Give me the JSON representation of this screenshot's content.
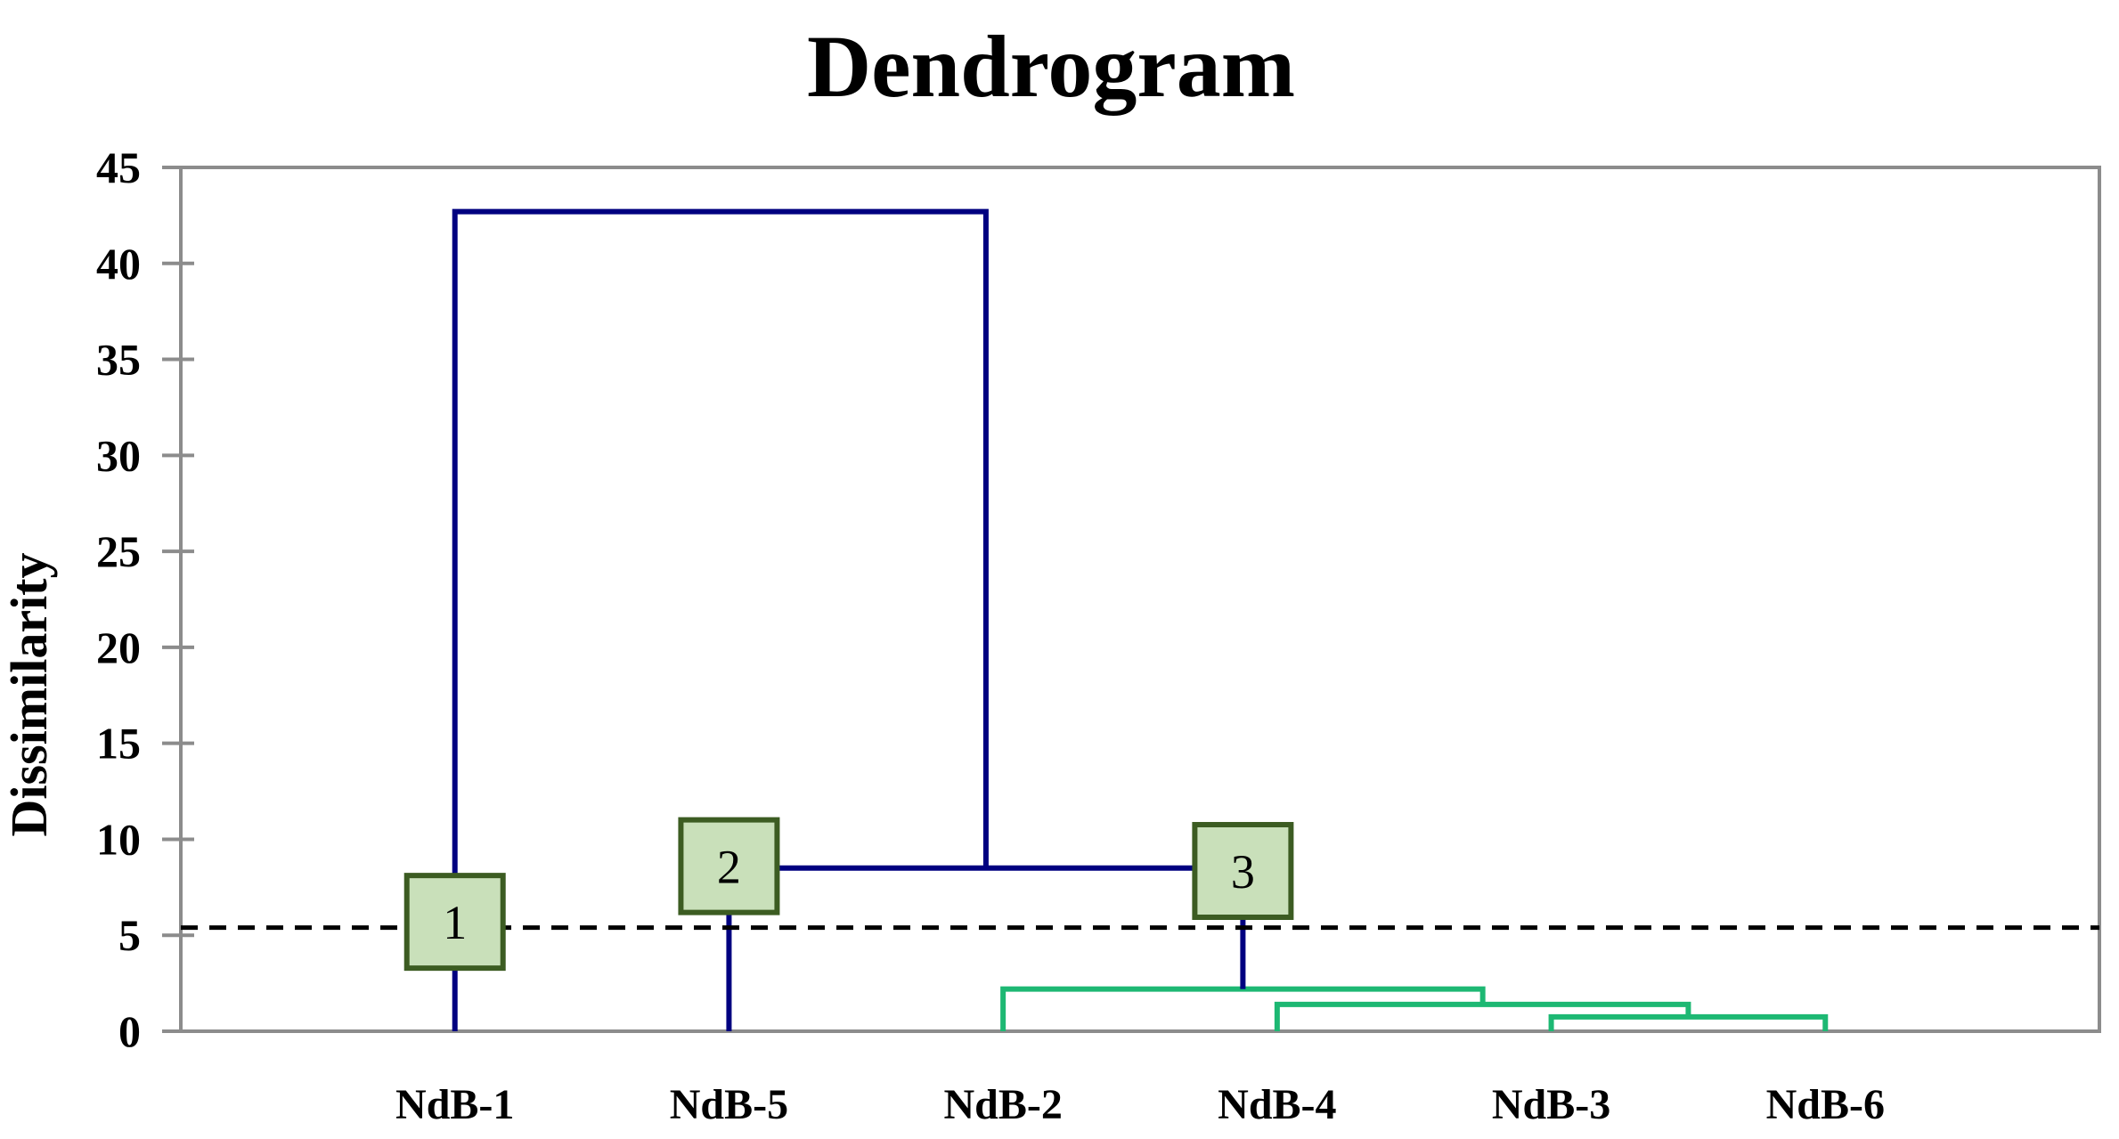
{
  "chart_data": {
    "type": "dendrogram",
    "title": "Dendrogram",
    "xlabel": "",
    "ylabel": "Dissimilarity",
    "ylim": [
      0,
      45
    ],
    "ytick_step": 5,
    "ytick_labels": [
      "0",
      "5",
      "10",
      "15",
      "20",
      "25",
      "30",
      "35",
      "40",
      "45"
    ],
    "grid": "off",
    "legend": "none",
    "leaves": [
      "NdB-1",
      "NdB-5",
      "NdB-2",
      "NdB-4",
      "NdB-3",
      "NdB-6"
    ],
    "merges": [
      {
        "a": "NdB-3",
        "b": "NdB-6",
        "height": 0.75,
        "color": "green"
      },
      {
        "a": "NdB-4",
        "b": "merge-0",
        "height": 1.4,
        "color": "green"
      },
      {
        "a": "NdB-2",
        "b": "merge-1",
        "height": 2.2,
        "color": "green"
      },
      {
        "a": "NdB-5",
        "b": "merge-2",
        "height": 8.5,
        "color": "navy"
      },
      {
        "a": "NdB-1",
        "b": "merge-3",
        "height": 42.7,
        "color": "navy"
      }
    ],
    "cut_line_value": 5.4,
    "cluster_labels": [
      {
        "label": "1",
        "anchor": "NdB-1",
        "value": 5.7
      },
      {
        "label": "2",
        "anchor": "NdB-5",
        "value": 8.6
      },
      {
        "label": "3",
        "anchor": "merge-2",
        "value": 8.35
      }
    ],
    "colors": {
      "navy": "#000080",
      "green": "#1db873",
      "axis": "#8c8c8c",
      "cut_line": "#000000",
      "box_fill": "#c9e0ba",
      "box_border": "#3c5c22",
      "text": "#000000",
      "background": "#ffffff"
    }
  }
}
